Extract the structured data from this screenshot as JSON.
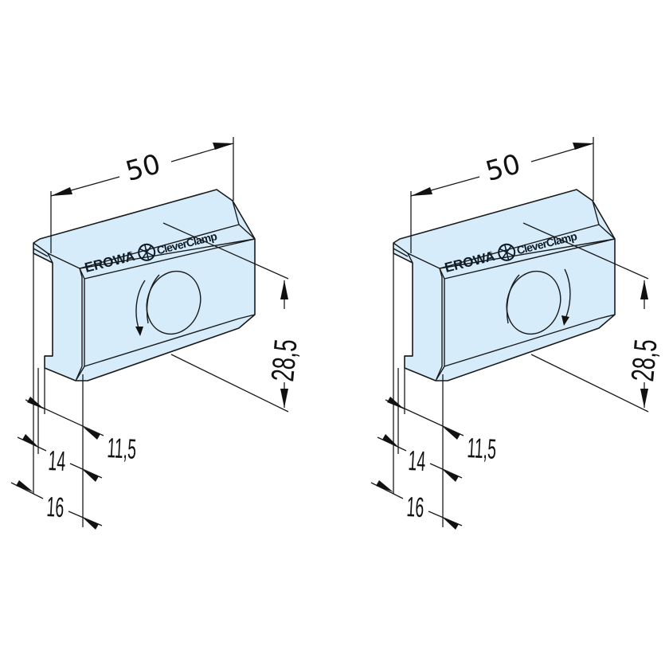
{
  "drawing": {
    "fill_color": "#d6ecfa",
    "line_color": "#1a1a1a",
    "parts": [
      {
        "id": "left",
        "rotation_direction": "counter-clockwise",
        "logo": {
          "brand": "EROWA",
          "registered": "®",
          "product": "CleverClamp"
        },
        "dimensions": {
          "width": "50",
          "height": "28,5",
          "depth_a": "11,5",
          "depth_b": "14",
          "depth_c": "16"
        }
      },
      {
        "id": "right",
        "rotation_direction": "clockwise",
        "logo": {
          "brand": "EROWA",
          "registered": "®",
          "product": "CleverClamp"
        },
        "dimensions": {
          "width": "50",
          "height": "28,5",
          "depth_a": "11,5",
          "depth_b": "14",
          "depth_c": "16"
        }
      }
    ]
  }
}
